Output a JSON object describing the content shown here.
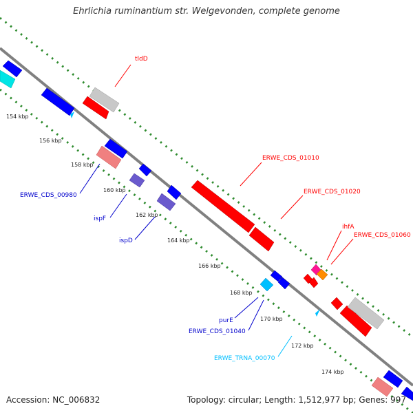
{
  "title": "Ehrlichia ruminantium str. Welgevonden, complete genome",
  "footer": {
    "accession": "Accession: NC_006832",
    "summary": "Topology: circular; Length: 1,512,977 bp; Genes: 997"
  },
  "ticks": [
    "154 kbp",
    "156 kbp",
    "158 kbp",
    "160 kbp",
    "162 kbp",
    "164 kbp",
    "166 kbp",
    "168 kbp",
    "170 kbp",
    "172 kbp",
    "174 kbp"
  ],
  "gene_labels": {
    "tldD": "tldD",
    "erwe_cds_01010": "ERWE_CDS_01010",
    "erwe_cds_01020": "ERWE_CDS_01020",
    "ihfA": "ihfA",
    "erwe_cds_01060": "ERWE_CDS_01060",
    "erwe_cds_00980": "ERWE_CDS_00980",
    "ispF": "ispF",
    "ispD": "ispD",
    "purE": "purE",
    "erwe_cds_01040": "ERWE_CDS_01040",
    "erwe_trna_00070": "ERWE_TRNA_00070"
  },
  "colors": {
    "forward_cds": "#ff0000",
    "reverse_cds": "#0000ff",
    "other_feature": "#c8c8c8",
    "pseudo": "#f08080",
    "rna": "#00bfff",
    "slate": "#6a5acd",
    "backbone": "#808080",
    "gc_dots": "#2e8b2e"
  }
}
